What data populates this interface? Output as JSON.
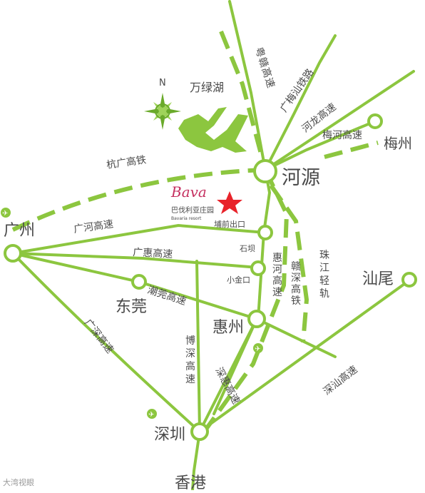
{
  "map": {
    "title_lake": "万绿湖",
    "compass_letter": "N",
    "resort": {
      "logo_text": "Bava",
      "name": "巴伐利亚庄园",
      "tagline": "Bavaria resort",
      "exit": "埔前出口"
    },
    "cities": {
      "heyuan": "河源",
      "guangzhou": "广州",
      "dongguan": "东莞",
      "huizhou": "惠州",
      "shenzhen": "深圳",
      "xianggang": "香港",
      "meizhou": "梅州",
      "shanwei": "汕尾"
    },
    "places": {
      "shiba": "石坝",
      "xiaojinkou": "小金口"
    },
    "roads": {
      "yuegan": [
        "粤",
        "赣",
        "高",
        "速"
      ],
      "guangmeishan": "广梅汕铁路",
      "helong": "河龙高速",
      "meihe": "梅河高速",
      "hangguang": "杭广高铁",
      "guanghe": "广河高速",
      "guanghui": "广惠高速",
      "huihe": [
        "惠",
        "河",
        "高",
        "速"
      ],
      "ganshen": [
        "赣",
        "深",
        "高",
        "铁"
      ],
      "zhujiang": [
        "珠",
        "江",
        "轻",
        "轨"
      ],
      "chaoguan": "潮莞高速",
      "guangshen": "广深高速",
      "boshen": [
        "博",
        "深",
        "高",
        "速"
      ],
      "shenhui": "深惠高速",
      "shenshan": "深汕高速"
    },
    "watermark": "大湾视眼",
    "colors": {
      "line": "#8cc63f",
      "star": "#e8232a",
      "text": "#4a4a4a",
      "compass": "#6aaa2a",
      "lake": "#8cc63f"
    }
  }
}
